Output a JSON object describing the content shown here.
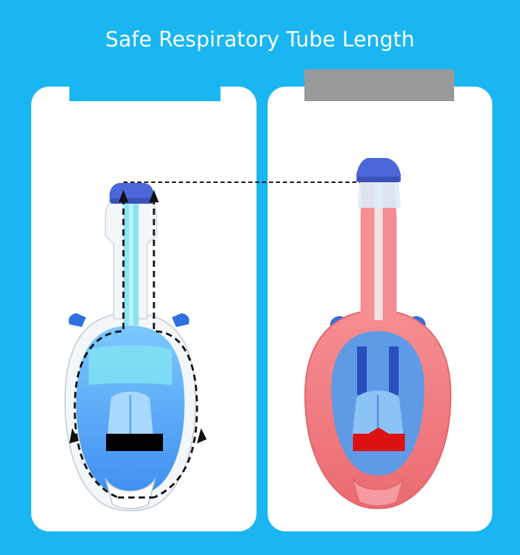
{
  "title": "Safe Respiratory Tube Length",
  "colors": {
    "background": "#1ab6f2",
    "panel": "#ffffff",
    "left_label_bar": "#1ab6f2",
    "right_label_bar": "#999999",
    "left_mask_body": "#5aa6f5",
    "left_mask_tube": "#8fe3f2",
    "right_mask_body": "#f07c80",
    "right_mask_window": "#5e9ae6",
    "left_censor_block": "#000000",
    "right_censor_block": "#dd1111",
    "mask_cap": "#4c67d8"
  },
  "products": [
    {
      "id": "left",
      "label": "",
      "icon": "full-face-snorkel-mask-white-blue"
    },
    {
      "id": "right",
      "label": "",
      "icon": "full-face-snorkel-mask-pink"
    }
  ],
  "annotations": {
    "comparison_line": "dashed-height-comparison",
    "airflow_arrows": "dashed-airflow-path"
  }
}
